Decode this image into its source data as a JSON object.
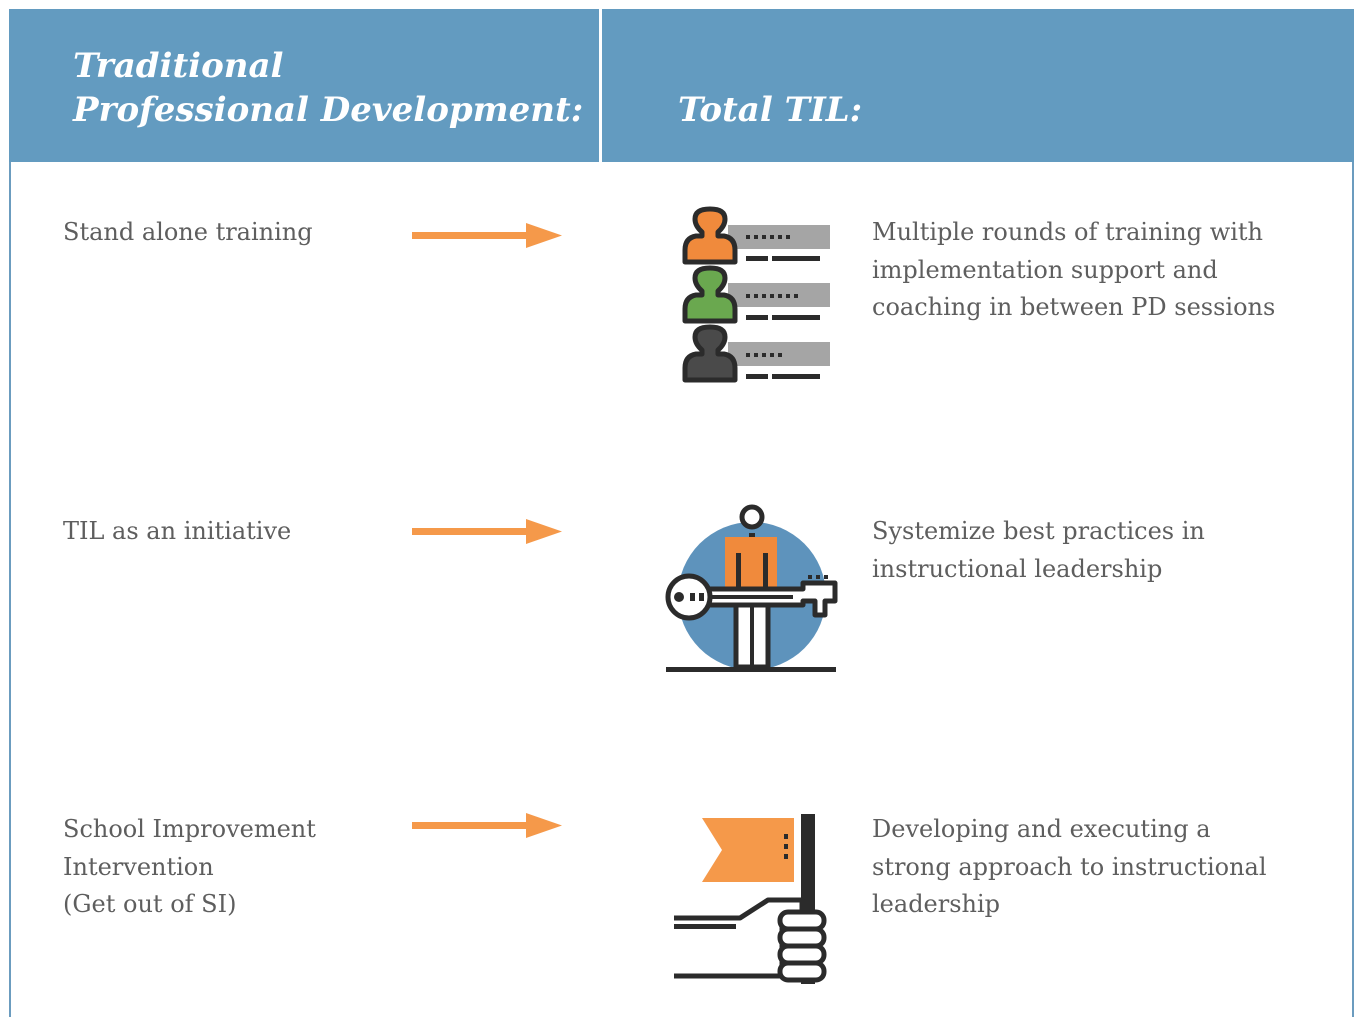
{
  "header": {
    "left_title_line1": "Traditional",
    "left_title_line2": "Professional Development:",
    "right_title": "Total TIL:"
  },
  "rows": [
    {
      "traditional": [
        "Stand alone training"
      ],
      "icon": "people-list-icon",
      "total_til": [
        "Multiple rounds of training with",
        "implementation support and",
        "coaching in between PD sessions"
      ]
    },
    {
      "traditional": [
        "TIL as an initiative"
      ],
      "icon": "person-with-key-icon",
      "total_til": [
        "Systemize best practices in",
        "instructional leadership"
      ]
    },
    {
      "traditional": [
        "School Improvement",
        "Intervention",
        "(Get out of SI)"
      ],
      "icon": "hand-holding-flag-icon",
      "total_til": [
        "Developing and executing a",
        "strong approach to instructional",
        "leadership"
      ]
    }
  ],
  "colors": {
    "header_blue": "#639bc0",
    "arrow_orange": "#f5994a",
    "text_gray": "#5e5e5e",
    "icon_orange": "#f08a3c",
    "icon_green": "#6aa84f",
    "icon_dark": "#4a4a4a",
    "icon_outline": "#2b2b2b",
    "icon_circle_blue": "#5e93bc"
  }
}
